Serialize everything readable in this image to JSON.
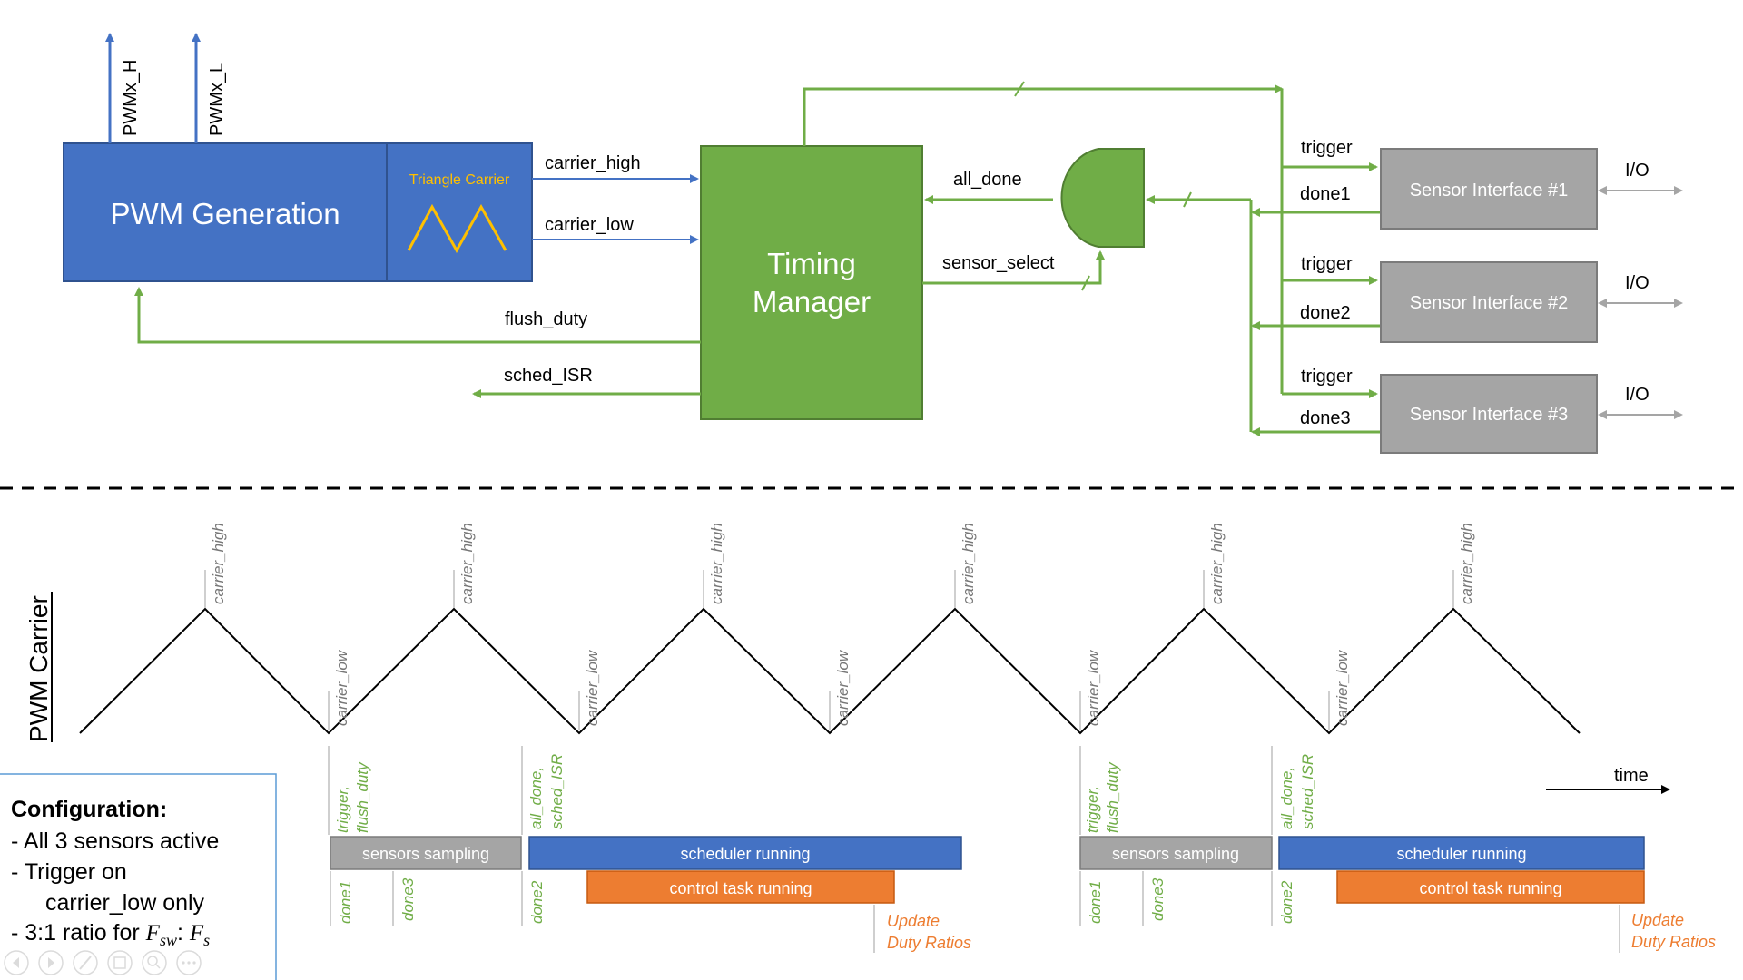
{
  "colors": {
    "blue": "#4472c4",
    "green": "#70ad47",
    "gray": "#a5a5a5",
    "orange": "#ed7d31",
    "yellow": "#ffc000",
    "dark_gray_text": "#777777"
  },
  "block_diagram": {
    "pwm_generation": {
      "title": "PWM Generation",
      "sub_block": "Triangle Carrier",
      "outputs": [
        "PWMx_H",
        "PWMx_L"
      ]
    },
    "timing_manager": {
      "title_line1": "Timing",
      "title_line2": "Manager"
    },
    "signals": {
      "carrier_high": "carrier_high",
      "carrier_low": "carrier_low",
      "flush_duty": "flush_duty",
      "sched_isr": "sched_ISR",
      "all_done": "all_done",
      "sensor_select": "sensor_select"
    },
    "sensors": [
      {
        "name": "Sensor Interface #1",
        "trigger": "trigger",
        "done": "done1",
        "io": "I/O"
      },
      {
        "name": "Sensor Interface #2",
        "trigger": "trigger",
        "done": "done2",
        "io": "I/O"
      },
      {
        "name": "Sensor Interface #3",
        "trigger": "trigger",
        "done": "done3",
        "io": "I/O"
      }
    ]
  },
  "timing_diagram": {
    "ylabel": "PWM Carrier",
    "peak_label": "carrier_high",
    "valley_label": "carrier_low",
    "time_label": "time",
    "event_trigger_line1": "trigger,",
    "event_trigger_line2": "flush_duty",
    "event_alldone_line1": "all_done,",
    "event_alldone_line2": "sched_ISR",
    "done1": "done1",
    "done2": "done2",
    "done3": "done3",
    "sensors_sampling": "sensors sampling",
    "scheduler_running": "scheduler running",
    "control_task_running": "control task running",
    "update_line1": "Update",
    "update_line2": "Duty Ratios"
  },
  "configuration": {
    "title": "Configuration:",
    "line1": "- All 3 sensors active",
    "line2": "- Trigger on",
    "line3": "carrier_low only",
    "line4_prefix": "- 3:1 ratio for ",
    "line4_math": "F",
    "line4_sub1": "sw",
    "line4_colon": ": ",
    "line4_math2": "F",
    "line4_sub2": "s"
  }
}
